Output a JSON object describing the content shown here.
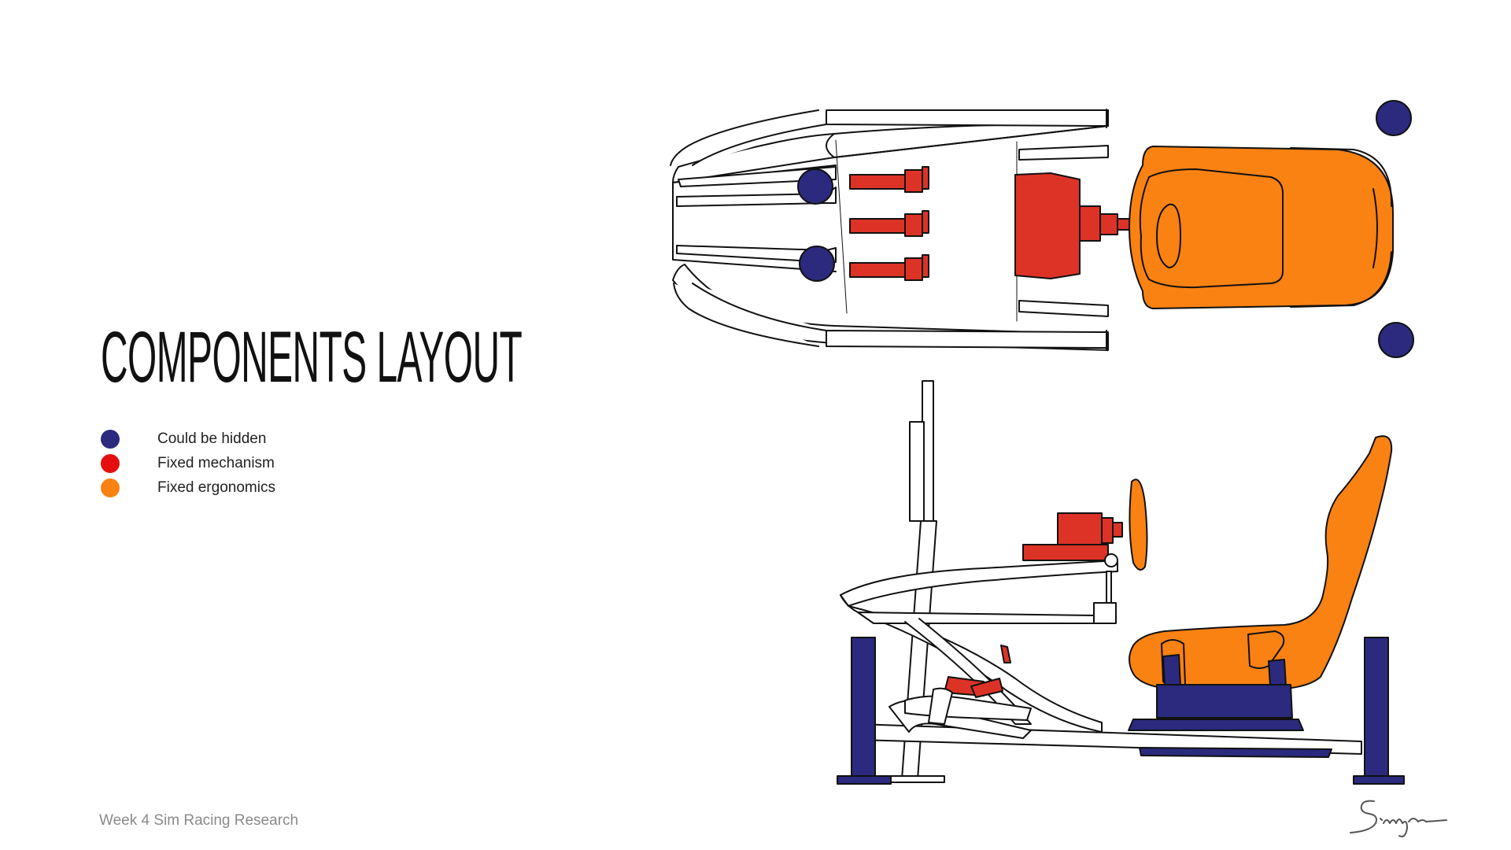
{
  "title": "COMPONENTS LAYOUT",
  "legend": [
    {
      "label": "Could be hidden",
      "color": "#2b2a7e"
    },
    {
      "label": "Fixed mechanism",
      "color": "#e60f0f"
    },
    {
      "label": "Fixed ergonomics",
      "color": "#f98213"
    }
  ],
  "footer": "Week 4 Sim Racing Research",
  "signature": "Singer",
  "colors": {
    "hidden": "#2b2a7e",
    "mechanism": "#dd3327",
    "ergonomics": "#f98213",
    "outline": "#111111"
  }
}
